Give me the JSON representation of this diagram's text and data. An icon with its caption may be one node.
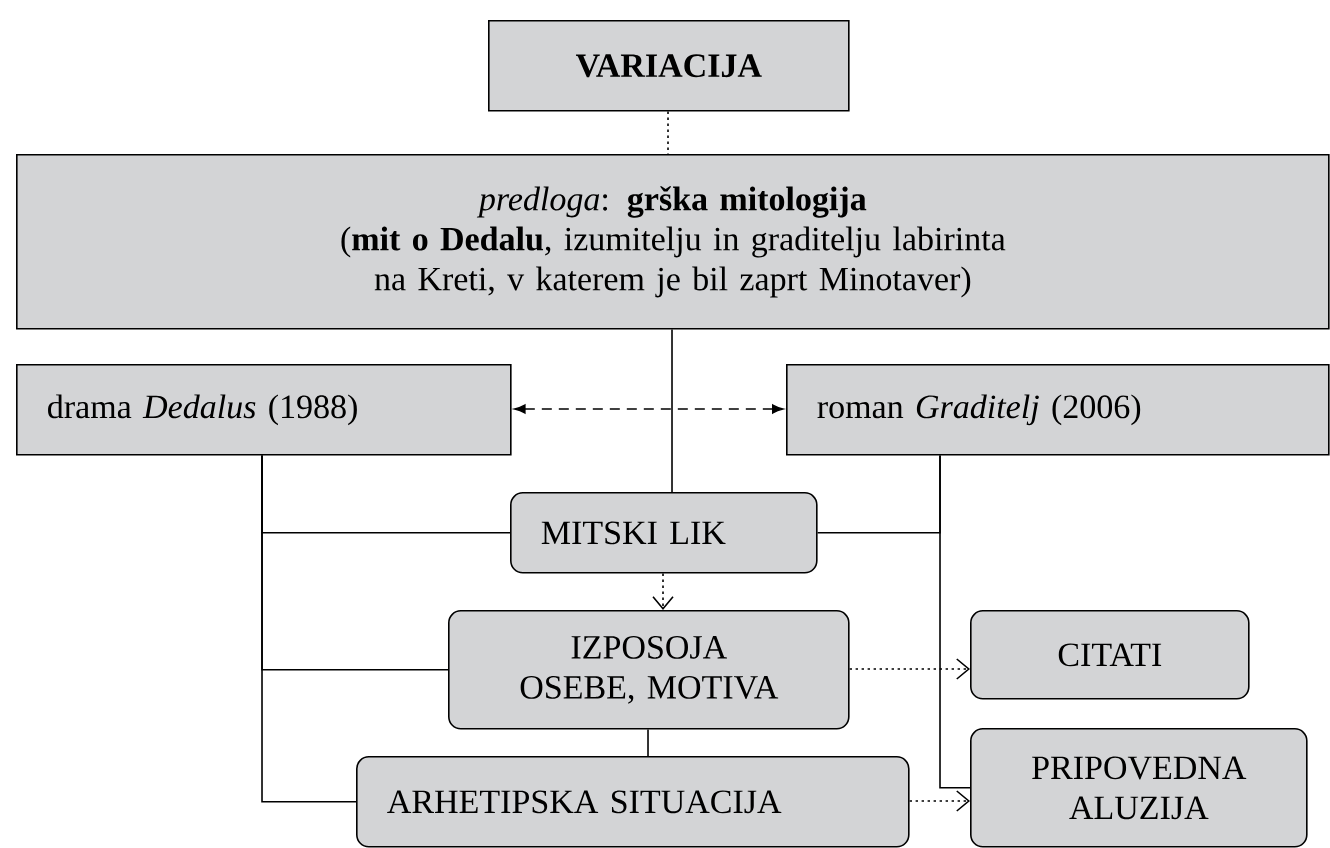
{
  "diagram": {
    "nodes": [
      {
        "text": [
          "VARIACIJA"
        ]
      },
      {
        "text": [
          "*predloga*: **grška mitologija**",
          "(**mit o Dedalu**, izumitelju in graditelju labirinta na Kreti, v katerem je bil zaprt Minotaver)"
        ]
      },
      {
        "text": [
          "drama *Dedalus* (1988)"
        ]
      },
      {
        "text": [
          "roman *Graditelj* (2006)"
        ]
      },
      {
        "text": [
          "MITSKI LIK"
        ]
      },
      {
        "text": [
          "IZPOSOJA OSEBE, MOTIVA"
        ]
      },
      {
        "text": [
          "CITATI"
        ]
      },
      {
        "text": [
          "ARHETIPSKA SITUACIJA"
        ]
      },
      {
        "text": [
          "PRIPOVEDNA ALUZIJA"
        ]
      }
    ],
    "edges": [
      {
        "from": 0,
        "to": 1,
        "arrow": "none",
        "style": "dashed"
      },
      {
        "from": 2,
        "to": 3,
        "arrow": "both",
        "style": "dashed"
      },
      {
        "from": 1,
        "to": 4,
        "arrow": "none"
      },
      {
        "from": 2,
        "to": 4,
        "arrow": "none"
      },
      {
        "from": 2,
        "to": 5,
        "arrow": "none"
      },
      {
        "from": 2,
        "to": 7,
        "arrow": "none"
      },
      {
        "from": 3,
        "to": 4,
        "arrow": "none"
      },
      {
        "from": 3,
        "to": 8,
        "arrow": "none"
      },
      {
        "from": 4,
        "to": 5,
        "arrow": "to",
        "style": "dashed"
      },
      {
        "from": 5,
        "to": 7,
        "arrow": "none"
      },
      {
        "from": 5,
        "to": 6,
        "arrow": "to",
        "style": "dashed"
      },
      {
        "from": 7,
        "to": 8,
        "arrow": "to",
        "style": "dashed"
      }
    ]
  }
}
